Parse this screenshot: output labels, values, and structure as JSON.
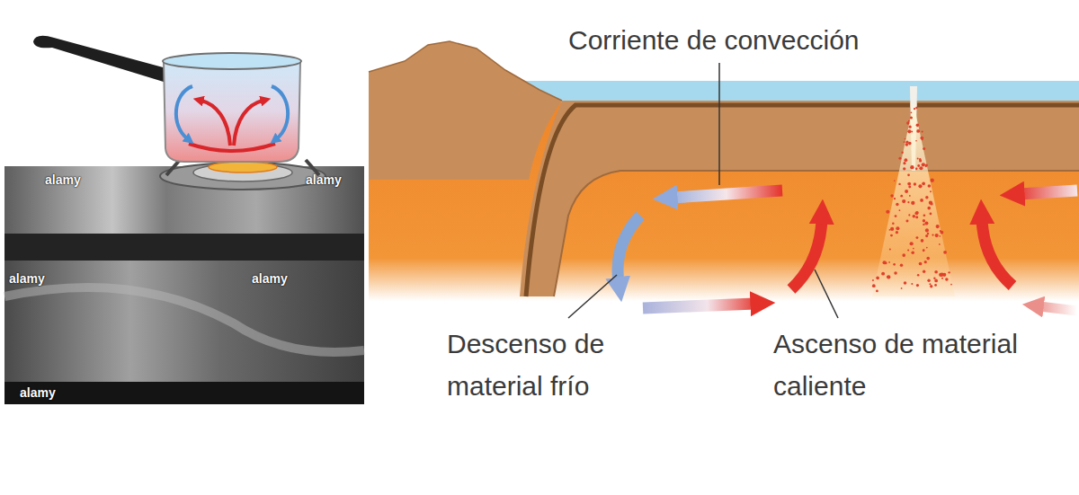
{
  "diagram": {
    "labels": [
      "Corriente de convección",
      "Descenso de material frío",
      "Ascenso de material caliente",
      "alamy",
      "alamy",
      "alamy",
      "alamy",
      "alamy"
    ]
  }
}
